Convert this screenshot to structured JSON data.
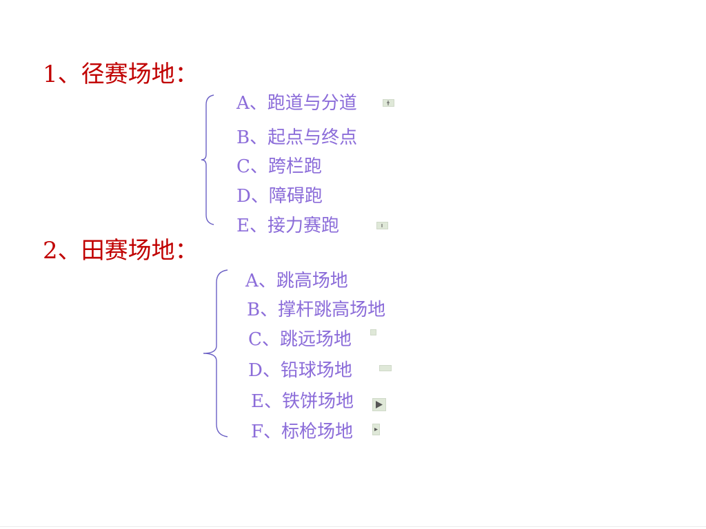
{
  "sections": [
    {
      "heading": "1、径赛场地：",
      "items": [
        "A、跑道与分道",
        "B、起点与终点",
        "C、跨栏跑",
        "D、障碍跑",
        "E、接力赛跑"
      ]
    },
    {
      "heading": "2、田赛场地：",
      "items": [
        "A、跳高场地",
        "B、撑杆跳高场地",
        "C、跳远场地",
        "D、铅球场地",
        "E、铁饼场地",
        "F、标枪场地"
      ]
    }
  ],
  "colors": {
    "heading": "#c00000",
    "item": "#8b6cd9",
    "brace": "#6a5fc4"
  }
}
